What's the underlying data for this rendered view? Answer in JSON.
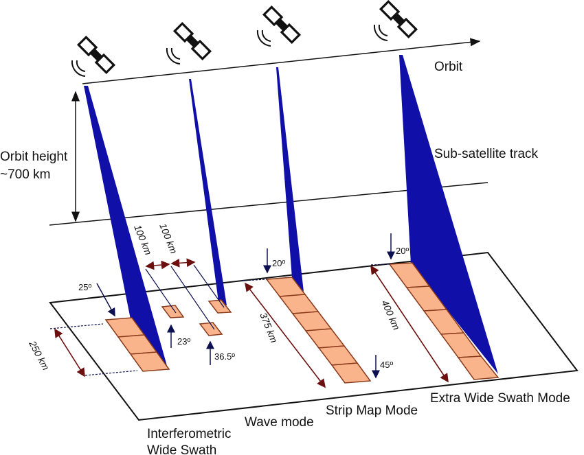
{
  "labels": {
    "orbit": "Orbit",
    "orbit_height_line1": "Orbit height",
    "orbit_height_line2": "~700 km",
    "sub_satellite_track": "Sub-satellite track",
    "iw_line1": "Interferometric",
    "iw_line2": "Wide Swath",
    "wave_mode": "Wave mode",
    "strip_map_mode": "Strip Map Mode",
    "extra_wide_swath_mode": "Extra Wide Swath Mode"
  },
  "measures": {
    "iw_swath": "250 km",
    "wave_spacing_1": "100 km",
    "wave_spacing_2": "100 km",
    "strip_swath": "375 km",
    "ew_swath": "400 km"
  },
  "angles": {
    "iw": "25º",
    "wave_1": "23º",
    "wave_2": "36.5º",
    "strip_near": "20º",
    "strip_far": "45º",
    "ew_near": "20º"
  },
  "colors": {
    "beam": "#1010a8",
    "tile": "#f9b48c",
    "tile_border": "#8a3a1a",
    "dim_arrow": "#6b0f0f",
    "angle_arrow": "#0d1050"
  }
}
